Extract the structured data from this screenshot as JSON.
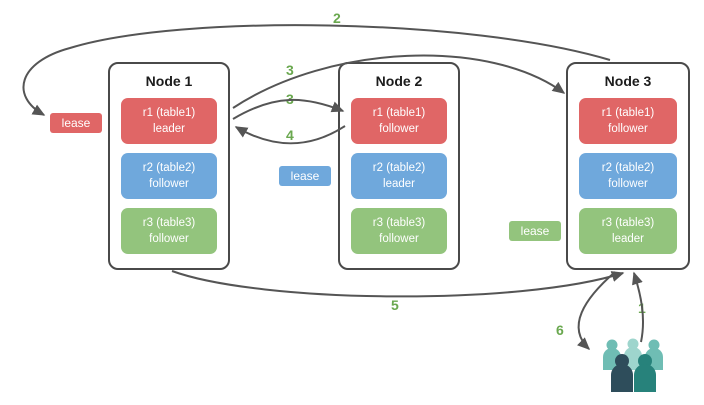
{
  "nodes": [
    {
      "title": "Node 1",
      "replicas": [
        {
          "name": "r1 (table1)",
          "role": "leader",
          "color": "#e06666"
        },
        {
          "name": "r2 (table2)",
          "role": "follower",
          "color": "#6fa8dc"
        },
        {
          "name": "r3 (table3)",
          "role": "follower",
          "color": "#93c47d"
        }
      ]
    },
    {
      "title": "Node 2",
      "replicas": [
        {
          "name": "r1 (table1)",
          "role": "follower",
          "color": "#e06666"
        },
        {
          "name": "r2 (table2)",
          "role": "leader",
          "color": "#6fa8dc"
        },
        {
          "name": "r3 (table3)",
          "role": "follower",
          "color": "#93c47d"
        }
      ]
    },
    {
      "title": "Node 3",
      "replicas": [
        {
          "name": "r1 (table1)",
          "role": "follower",
          "color": "#e06666"
        },
        {
          "name": "r2 (table2)",
          "role": "follower",
          "color": "#6fa8dc"
        },
        {
          "name": "r3 (table3)",
          "role": "leader",
          "color": "#93c47d"
        }
      ]
    }
  ],
  "leases": [
    {
      "label": "lease",
      "color": "#e06666"
    },
    {
      "label": "lease",
      "color": "#6fa8dc"
    },
    {
      "label": "lease",
      "color": "#93c47d"
    }
  ],
  "steps": {
    "step1": "1",
    "step2": "2",
    "step3a": "3",
    "step3b": "3",
    "step4": "4",
    "step5": "5",
    "step6": "6"
  },
  "icons": {
    "users": "users-group-icon"
  },
  "colors": {
    "arrow": "#555555",
    "step_label": "#6aa84f",
    "node_border": "#4a4a4a",
    "users_teal_light": "#9ed5cd",
    "users_teal": "#6fbdb4",
    "users_dark_navy": "#2e4d5b",
    "users_dark_teal": "#27827b"
  }
}
